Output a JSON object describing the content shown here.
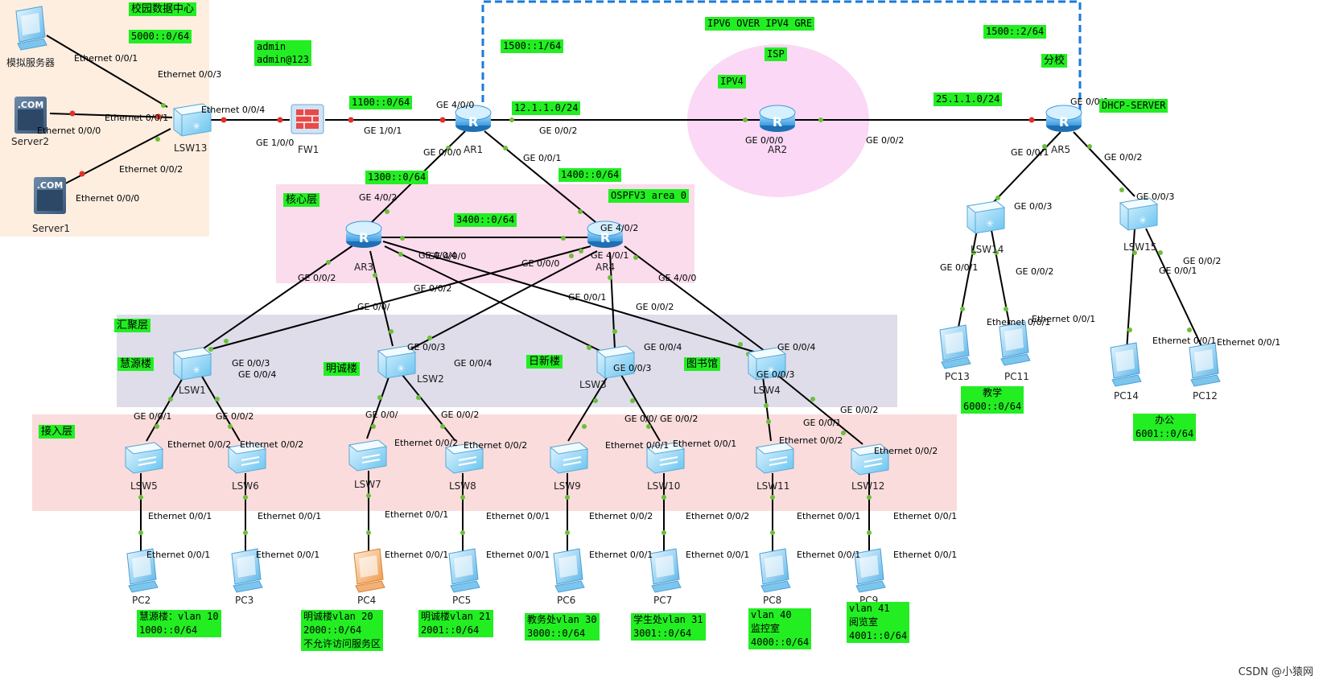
{
  "zones": {
    "datacenter": {
      "title": "校园数据中心",
      "subnet": "5000::0/64"
    },
    "core": {
      "title": "核心层"
    },
    "aggregation": {
      "title": "汇聚层"
    },
    "access": {
      "title": "接入层"
    },
    "isp": {
      "title": "ISP",
      "sub": "IPV4"
    }
  },
  "notes": {
    "login": [
      "admin",
      "admin@123"
    ],
    "tunnel": "IPV6  OVER IPV4 GRE",
    "branch": "分校",
    "dhcp": "DHCP-SERVER",
    "ospf": "OSPFV3 area 0",
    "tunnel_left": "1500::1/64",
    "tunnel_right": "1500::2/64"
  },
  "subnets": {
    "fw_ar1": "1100::0/64",
    "ar1_ar2": "12.1.1.0/24",
    "ar2_ar5": "25.1.1.0/24",
    "ar1_ar3": "1300::0/64",
    "ar1_ar4": "1400::0/64",
    "ar3_ar4": "3400::0/64"
  },
  "buildings": {
    "huiyuan": "慧源楼",
    "mingcheng": "明诚楼",
    "rixin": "日新楼",
    "library": "图书馆"
  },
  "devices": {
    "sim_server": "模拟服务器",
    "server2": "Server2",
    "server1": "Server1",
    "lsw13": "LSW13",
    "fw1": "FW1",
    "ar1": "AR1",
    "ar2": "AR2",
    "ar3": "AR3",
    "ar4": "AR4",
    "ar5": "AR5",
    "lsw1": "LSW1",
    "lsw2": "LSW2",
    "lsw3": "LSW3",
    "lsw4": "LSW4",
    "lsw5": "LSW5",
    "lsw6": "LSW6",
    "lsw7": "LSW7",
    "lsw8": "LSW8",
    "lsw9": "LSW9",
    "lsw10": "LSW10",
    "lsw11": "LSW11",
    "lsw12": "LSW12",
    "lsw14": "LSW14",
    "lsw15": "LSW15",
    "pc2": "PC2",
    "pc3": "PC3",
    "pc4": "PC4",
    "pc5": "PC5",
    "pc6": "PC6",
    "pc7": "PC7",
    "pc8": "PC8",
    "pc9": "PC9",
    "pc11": "PC11",
    "pc12": "PC12",
    "pc13": "PC13",
    "pc14": "PC14"
  },
  "vlan_boxes": {
    "v10": [
      "慧源楼：vlan 10",
      "1000::0/64"
    ],
    "v20": [
      "明诚楼vlan 20",
      "2000::0/64",
      "不允许访问服务区"
    ],
    "v21": [
      "明诚楼vlan 21",
      "2001::0/64"
    ],
    "v30": [
      "教务处vlan 30",
      "3000::0/64"
    ],
    "v31": [
      "学生处vlan 31",
      "3001::0/64"
    ],
    "v40": [
      "vlan 40",
      "监控室",
      "4000::0/64"
    ],
    "v41": [
      "vlan 41",
      "阅览室",
      "4001::0/64"
    ],
    "teach": [
      "教学",
      "6000::0/64"
    ],
    "office": [
      "办公",
      "6001::0/64"
    ]
  },
  "ports": {
    "e001": "Ethernet 0/0/1",
    "e002": "Ethernet 0/0/2",
    "e003": "Ethernet 0/0/3",
    "e004": "Ethernet 0/0/4",
    "e000": "Ethernet 0/0/0",
    "ge100": "GE 1/0/0",
    "ge101": "GE 1/0/1",
    "ge400": "GE 4/0/0",
    "ge401": "GE 4/0/1",
    "ge402": "GE 4/0/2",
    "ge000": "GE 0/0/0",
    "ge001": "GE 0/0/1",
    "ge002": "GE 0/0/2",
    "ge003": "GE 0/0/3",
    "ge004": "GE 0/0/4",
    "ge00slash": "GE 0/0/"
  },
  "watermark": "CSDN @小猿网",
  "colors": {
    "label_bg": "#22ee22",
    "datacenter_bg": "#fdeee0",
    "core_bg": "#fbdcec",
    "agg_bg": "#dedde9",
    "access_bg": "#fadcdc",
    "isp_bg": "#fbd8f5",
    "tunnel": "#1a7ad9"
  }
}
